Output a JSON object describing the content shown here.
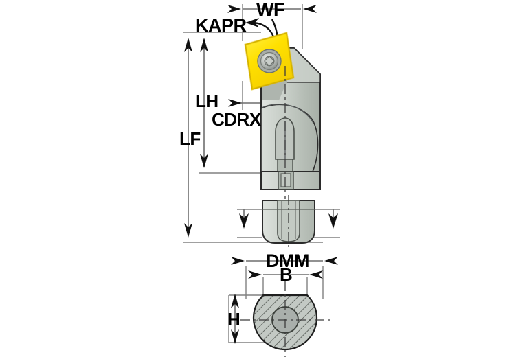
{
  "drawing": {
    "title": "Boring bar / turning tool holder dimension diagram",
    "views": [
      {
        "name": "side-view",
        "description": "Side view of boring bar head with rhombic insert"
      },
      {
        "name": "end-view",
        "description": "End view of clamping shank"
      },
      {
        "name": "section-view",
        "description": "Cross-section of cylindrical shank"
      }
    ]
  },
  "dimensions": {
    "wf": "WF",
    "kapr": "KAPR",
    "lh": "LH",
    "lf": "LF",
    "cdrx": "CDRX",
    "dmm": "DMM",
    "b": "B",
    "h": "H"
  },
  "colors": {
    "insert": "#FFE000",
    "insert_edge": "#E8C400",
    "body_light": "#D6DBD6",
    "body_mid": "#BCC3BC",
    "body_dark": "#9AA29A",
    "outline": "#1a1a1a",
    "screw": "#8C9090",
    "label": "#000000",
    "background": "#FFFFFF"
  },
  "icons": {
    "arrow_up": "arrow-up-icon",
    "arrow_down": "arrow-down-icon",
    "arrow_left": "arrow-left-icon",
    "arrow_right": "arrow-right-icon",
    "curved_arrow": "curved-arrow-icon"
  }
}
